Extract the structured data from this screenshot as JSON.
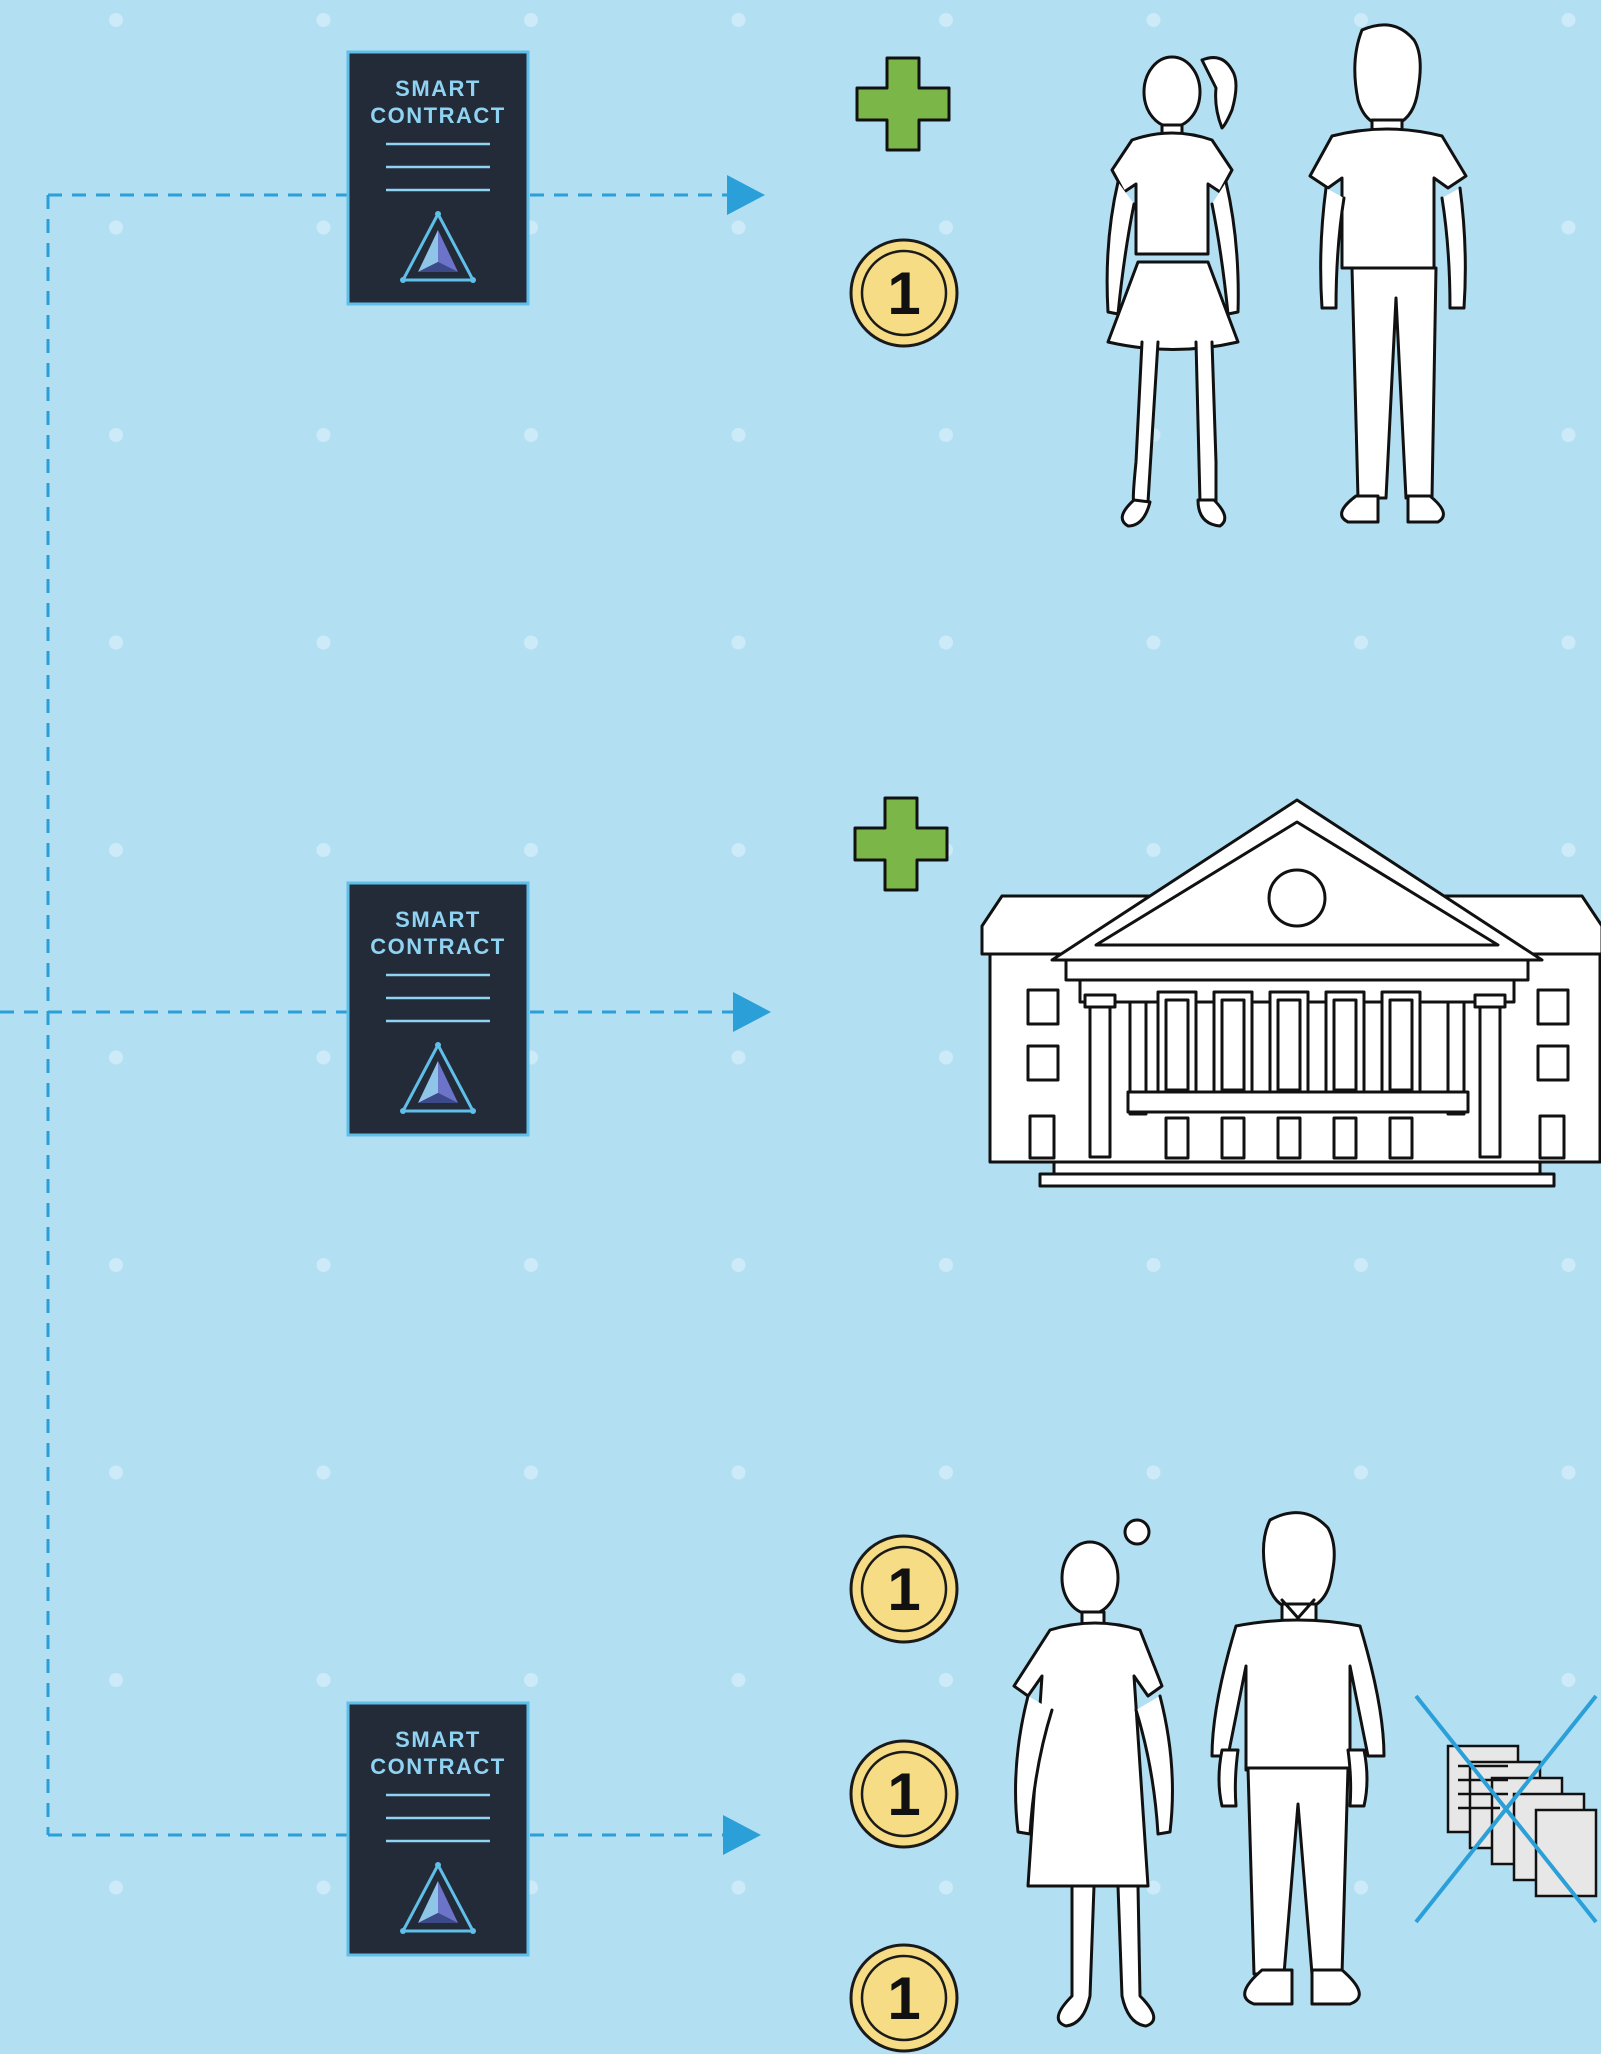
{
  "colors": {
    "background": "#b3dff3",
    "grid_dot": "#cdeaf8",
    "connector": "#2a9fd8",
    "contract_body": "#232a38",
    "contract_text": "#8fd3f2",
    "contract_border": "#5fbfe8",
    "plus": "#7ab648",
    "coin_fill": "#f6dc84",
    "coin_stroke": "#1a1a1a",
    "outline": "#111111",
    "cross": "#2a9fd8"
  },
  "contracts": [
    {
      "line1": "SMART",
      "line2": "CONTRACT"
    },
    {
      "line1": "SMART",
      "line2": "CONTRACT"
    },
    {
      "line1": "SMART",
      "line2": "CONTRACT"
    }
  ],
  "coins": [
    {
      "label": "1"
    },
    {
      "label": "1"
    },
    {
      "label": "1"
    },
    {
      "label": "1"
    }
  ],
  "icons": {
    "plus": "plus-icon",
    "coin": "coin-icon",
    "contract_logo": "triangle-logo-icon",
    "people_row1": "young-people-icon",
    "building": "institution-building-icon",
    "people_row3": "adult-people-icon",
    "documents": "crossed-out-documents-icon"
  }
}
